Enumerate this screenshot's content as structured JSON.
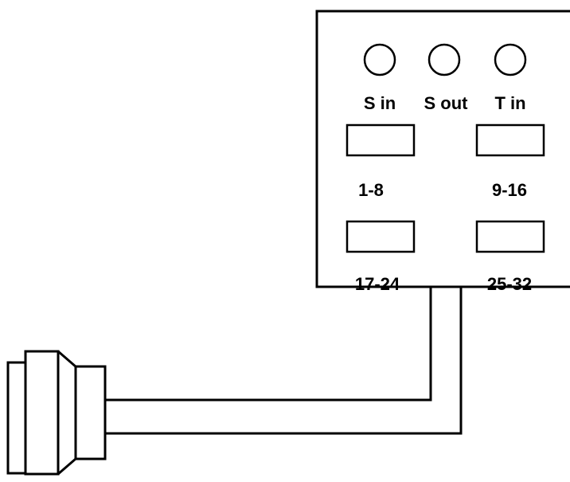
{
  "panel": {
    "jacks": [
      {
        "label": "S in"
      },
      {
        "label": "S out"
      },
      {
        "label": "T in"
      }
    ],
    "ports": [
      {
        "label": "1-8"
      },
      {
        "label": "9-16"
      },
      {
        "label": "17-24"
      },
      {
        "label": "25-32"
      }
    ]
  },
  "colors": {
    "stroke": "#000000",
    "background": "#ffffff"
  }
}
